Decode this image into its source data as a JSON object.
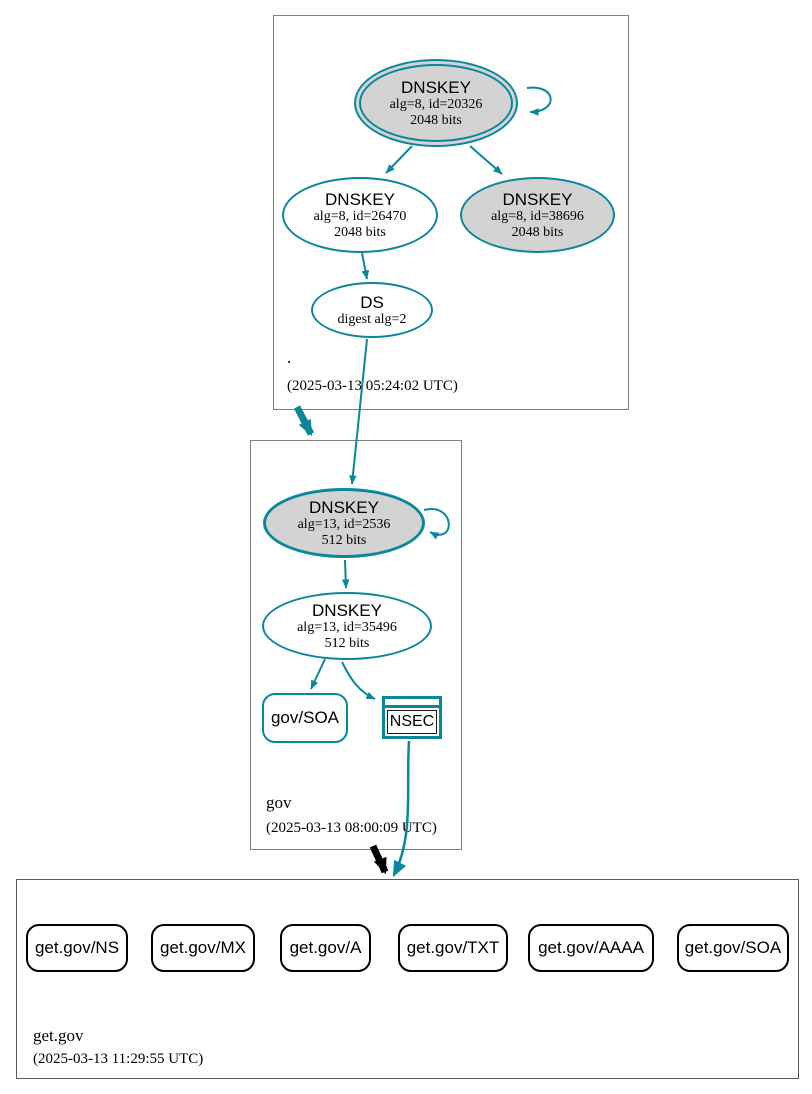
{
  "diagram": {
    "type": "dnssec-authentication-chain",
    "colors": {
      "secure_teal": "#0a879a",
      "ksk_fill": "#d3d3d3",
      "zone_border_gray": "#7f7f7f",
      "bottom_zone_border": "#5a5a5a",
      "rrset_border": "#000000"
    },
    "zones": {
      "root": {
        "label": ".",
        "timestamp": "(2025-03-13 05:24:02 UTC)",
        "ksk": {
          "title": "DNSKEY",
          "detail": "alg=8, id=20326",
          "bits": "2048 bits"
        },
        "zsk": {
          "title": "DNSKEY",
          "detail": "alg=8, id=26470",
          "bits": "2048 bits"
        },
        "ksk2": {
          "title": "DNSKEY",
          "detail": "alg=8, id=38696",
          "bits": "2048 bits"
        },
        "ds": {
          "title": "DS",
          "detail": "digest alg=2"
        }
      },
      "gov": {
        "label": "gov",
        "timestamp": "(2025-03-13 08:00:09 UTC)",
        "ksk": {
          "title": "DNSKEY",
          "detail": "alg=13, id=2536",
          "bits": "512 bits"
        },
        "zsk": {
          "title": "DNSKEY",
          "detail": "alg=13, id=35496",
          "bits": "512 bits"
        },
        "soa_label": "gov/SOA",
        "nsec_label": "NSEC"
      },
      "getgov": {
        "label": "get.gov",
        "timestamp": "(2025-03-13 11:29:55 UTC)",
        "rrsets": [
          "get.gov/NS",
          "get.gov/MX",
          "get.gov/A",
          "get.gov/TXT",
          "get.gov/AAAA",
          "get.gov/SOA"
        ]
      }
    }
  }
}
